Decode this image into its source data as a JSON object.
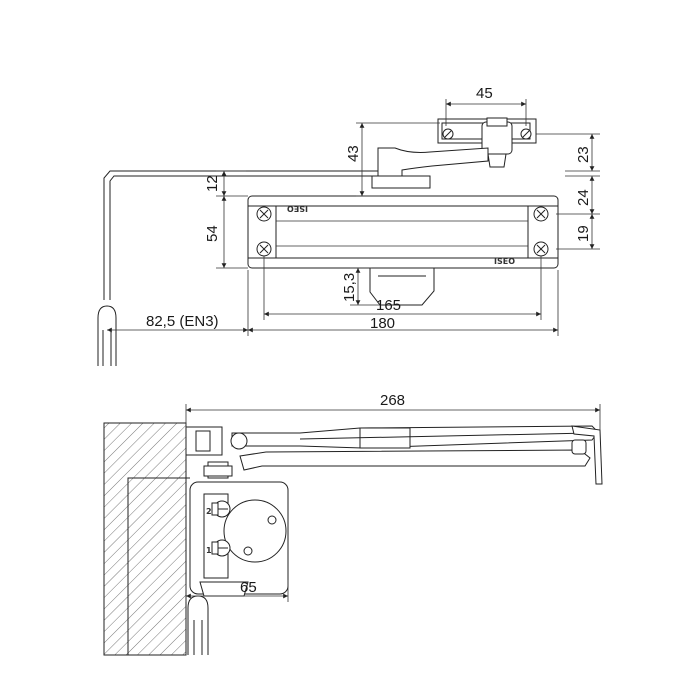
{
  "top_view": {
    "dimensions": {
      "bracket_width": "45",
      "arm_height": "43",
      "bracket_offset": "23",
      "top_gap": "12",
      "body_height": "54",
      "screw_top_offset": "24",
      "screw_spacing": "19",
      "valve_height": "15,3",
      "screw_span": "165",
      "body_length": "180",
      "arm_reach": "82,5 (EN3)"
    },
    "brand_marks": [
      "ISEO",
      "ISEO"
    ]
  },
  "side_view": {
    "dimensions": {
      "arm_length": "268",
      "body_depth": "65"
    },
    "valve_marks": [
      "2",
      "1"
    ]
  },
  "colors": {
    "line": "#222222",
    "hatch": "#555555",
    "background": "#ffffff"
  }
}
